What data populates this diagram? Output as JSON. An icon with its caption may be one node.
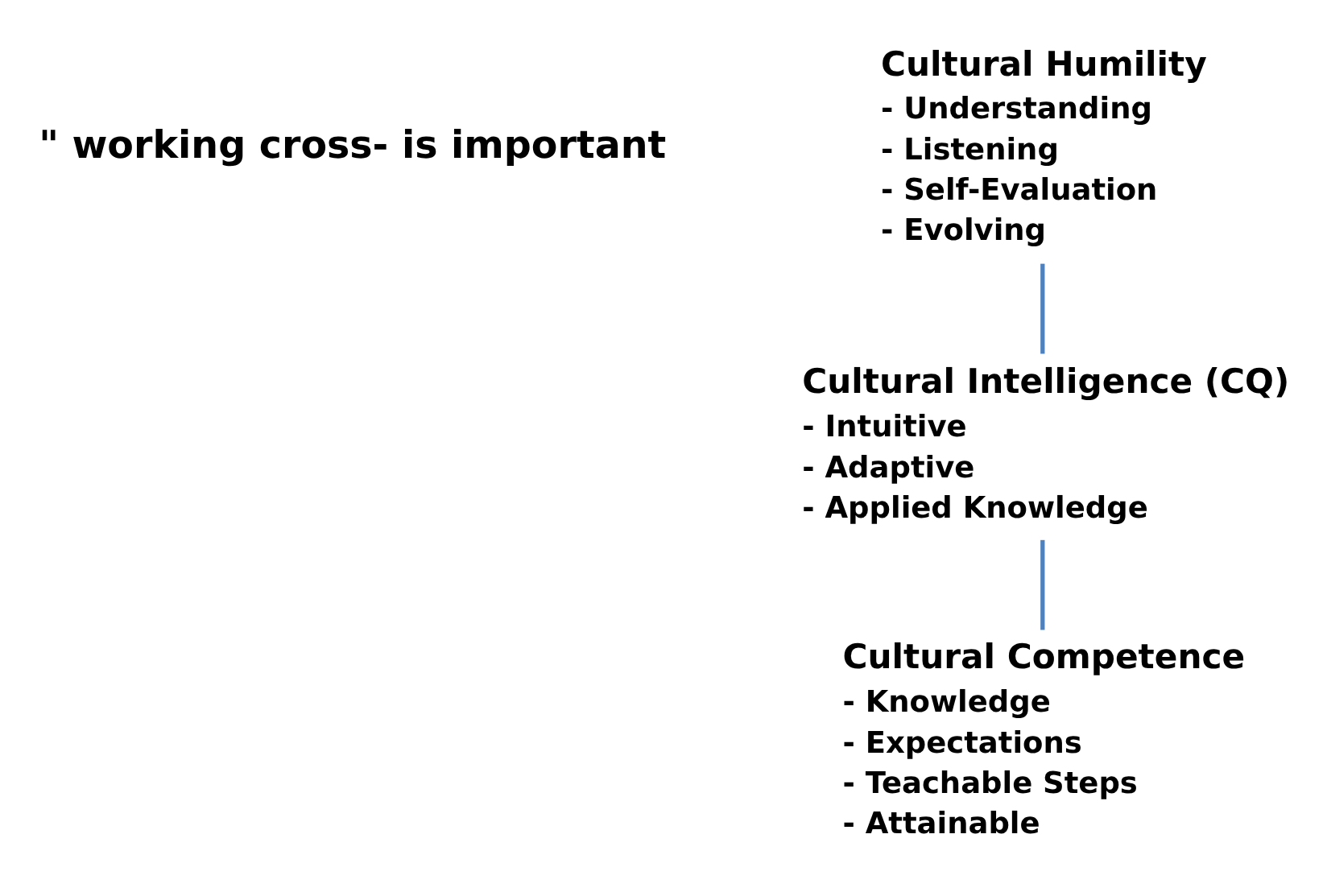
{
  "diagram": {
    "nodes": [
      {
        "text": [
          "Cultural Humility",
          "- Understanding",
          "- Listening",
          "- Self-Evaluation",
          "- Evolving"
        ]
      },
      {
        "text": [
          "Cultural Intelligence (CQ)",
          "- Intuitive",
          "- Adaptive",
          "- Applied Knowledge"
        ]
      },
      {
        "text": [
          "Cultural Competence",
          "- Knowledge",
          "- Expectations",
          "- Teachable Steps",
          "- Attainable"
        ]
      }
    ],
    "edges": [
      {
        "from": 2,
        "to": 1,
        "arrow": "none",
        "color": "#4f81bd"
      },
      {
        "from": 1,
        "to": 0,
        "arrow": "none",
        "color": "#4f81bd"
      }
    ],
    "labels": [
      "\" working cross- is important"
    ]
  }
}
